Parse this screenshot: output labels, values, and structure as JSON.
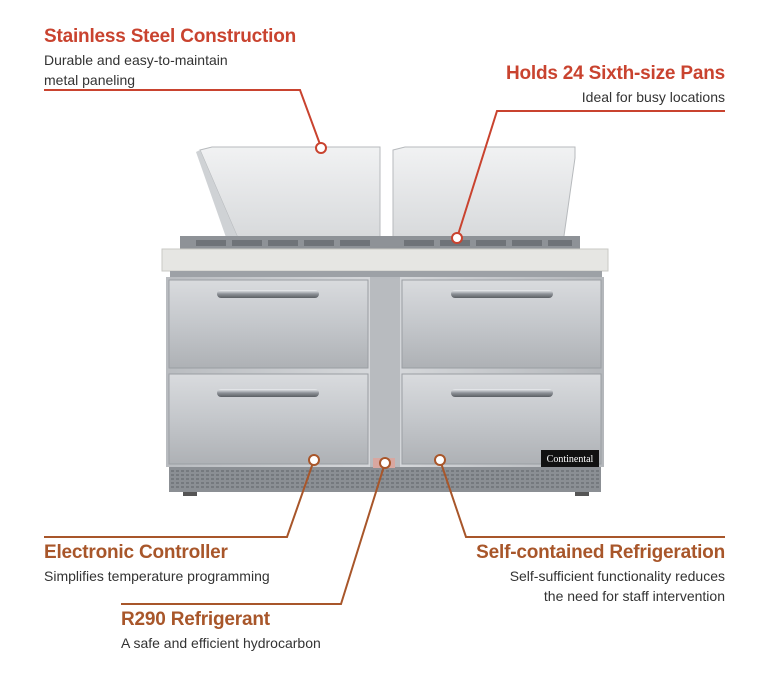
{
  "callouts": {
    "stainless": {
      "title": "Stainless Steel Construction",
      "desc_line1": "Durable and easy-to-maintain",
      "desc_line2": "metal paneling"
    },
    "pans": {
      "title": "Holds 24 Sixth-size Pans",
      "desc": "Ideal for busy locations"
    },
    "controller": {
      "title": "Electronic Controller",
      "desc": "Simplifies temperature programming"
    },
    "refrigeration": {
      "title": "Self-contained Refrigeration",
      "desc_line1": "Self-sufficient functionality reduces",
      "desc_line2": "the need for staff intervention"
    },
    "refrigerant": {
      "title": "R290 Refrigerant",
      "desc": "A safe and efficient hydrocarbon"
    }
  },
  "product": {
    "brand_logo_text": "Continental"
  },
  "colors": {
    "accent_red": "#c9432f",
    "accent_brown": "#a8562a"
  }
}
